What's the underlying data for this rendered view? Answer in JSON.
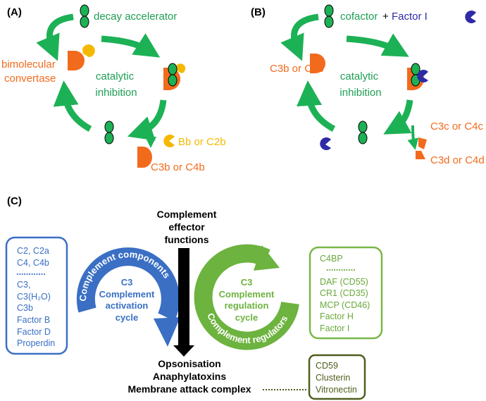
{
  "colors": {
    "green": "#16a34a",
    "arrow_green": "#1db156",
    "orange": "#f26b1d",
    "yellow": "#f5b800",
    "blue_factor": "#2f2aa5",
    "blue": "#3a6fc4",
    "light_green": "#6db33f",
    "olive": "#4f5f1e",
    "black": "#000000"
  },
  "panel_a": {
    "label": "(A)",
    "decay_accelerator": "decay accelerator",
    "bimolecular": "bimolecular",
    "convertase": "convertase",
    "catalytic": "catalytic",
    "inhibition": "inhibition",
    "bb_or_c2b": "Bb or C2b",
    "c3b_or_c4b": "C3b or C4b"
  },
  "panel_b": {
    "label": "(B)",
    "cofactor": "cofactor",
    "plus": "+",
    "factor_i": "Factor I",
    "c3b_or_c4b": "C3b or C4b",
    "catalytic": "catalytic",
    "inhibition": "inhibition",
    "c3c_or_c4c": "C3c or C4c",
    "c3d_or_c4d": "C3d or C4d"
  },
  "panel_c": {
    "label": "(C)",
    "effector": [
      "Complement",
      "effector",
      "functions"
    ],
    "outcomes": [
      "Opsonisation",
      "Anaphylatoxins",
      "Membrane attack complex"
    ],
    "components_box": {
      "top": [
        "C2, C2a",
        "C4, C4b"
      ],
      "divider": "............",
      "bottom": [
        "C3,",
        "C3(H₂O)",
        "C3b",
        "Factor B",
        "Factor D",
        "Properdin"
      ]
    },
    "activation_cycle": {
      "arc_label": "Complement components",
      "center": [
        "C3",
        "Complement",
        "activation",
        "cycle"
      ]
    },
    "regulation_cycle": {
      "arc_label": "Complement regulators",
      "center": [
        "C3",
        "Complement",
        "regulation",
        "cycle"
      ]
    },
    "regulators_box": {
      "top": [
        "C4BP"
      ],
      "divider": "............",
      "bottom": [
        "DAF (CD55)",
        "CR1 (CD35)",
        "MCP (CD46)",
        "Factor H",
        "Factor I"
      ]
    },
    "mac_box": [
      "CD59",
      "Clusterin",
      "Vitronectin"
    ]
  }
}
